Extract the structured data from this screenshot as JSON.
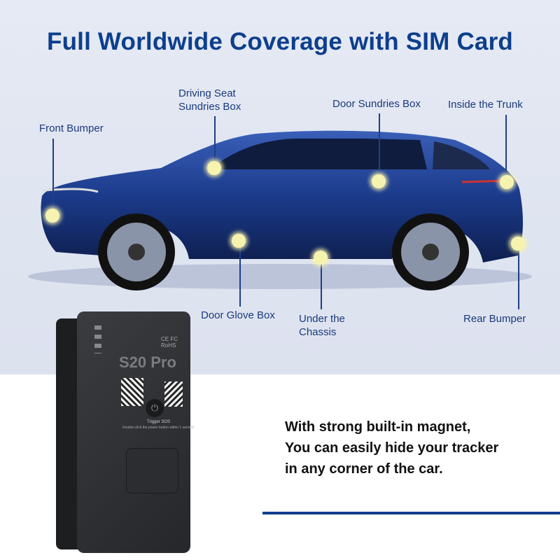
{
  "title": "Full Worldwide Coverage with SIM Card",
  "locations": [
    {
      "line1": "Front Bumper",
      "line2": ""
    },
    {
      "line1": "Driving Seat",
      "line2": "Sundries Box"
    },
    {
      "line1": "Door Sundries Box",
      "line2": ""
    },
    {
      "line1": "Inside the Trunk",
      "line2": ""
    },
    {
      "line1": "Door Glove Box",
      "line2": ""
    },
    {
      "line1": "Under the",
      "line2": "Chassis"
    },
    {
      "line1": "Rear Bumper",
      "line2": ""
    }
  ],
  "device": {
    "model": "S20 Pro",
    "certs": "CE FC RoHS",
    "sos_title": "Trigger SOS",
    "sos_hint": "Double-click the power button within 1 second"
  },
  "description": [
    "With strong built-in magnet,",
    "You can easily hide your tracker",
    "in any corner of the car."
  ],
  "colors": {
    "title": "#0d3f8d",
    "car": "#1b3a8a",
    "marker": "#f6f3b0",
    "rule": "#123f8d"
  }
}
